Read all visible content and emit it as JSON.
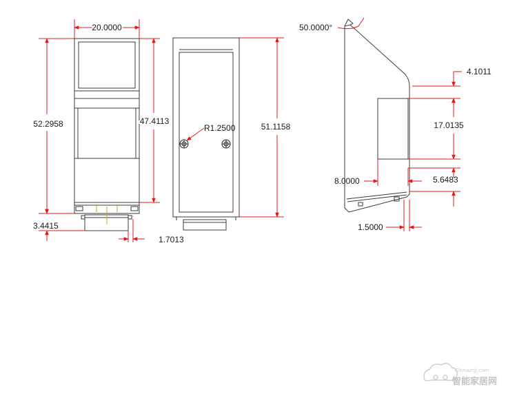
{
  "dimensions": {
    "front_width": "20.0000",
    "front_height_total": "52.2958",
    "front_inner_height": "47.4113",
    "base_height": "3.4415",
    "base_offset": "1.7013",
    "hole_radius": "R1.2500",
    "rear_height": "51.1158",
    "side_angle": "50.0000°",
    "side_top_offset": "4.1011",
    "side_box_height": "17.0135",
    "side_depth": "8.0000",
    "side_bottom_offset": "5.6483",
    "side_foot": "1.5000"
  },
  "watermark": {
    "text": "智能家居网",
    "sub": "Chinaznjj.com"
  },
  "colors": {
    "dimension_line": "#e01818",
    "outline": "#3a3a3a",
    "detail": "#c8a020"
  }
}
